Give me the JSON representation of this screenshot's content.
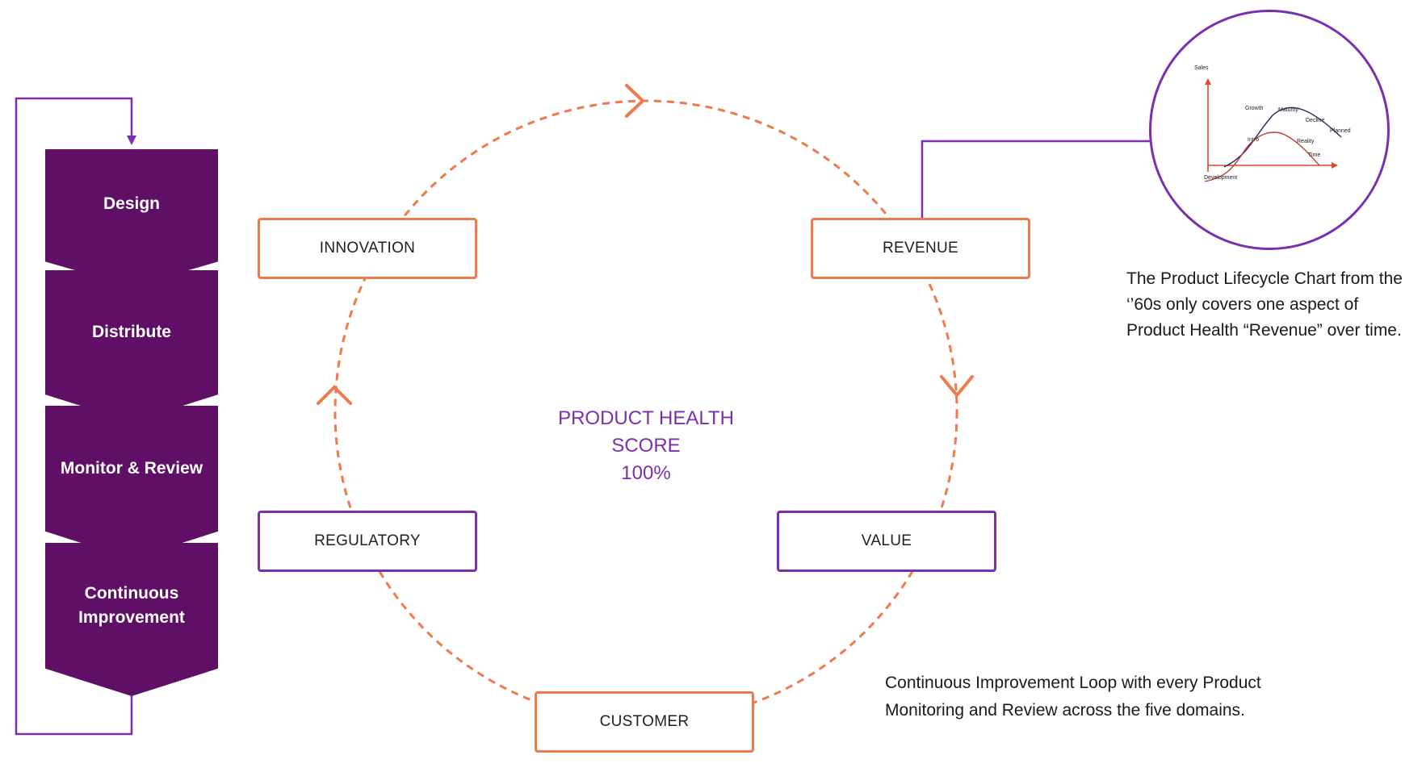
{
  "process_steps": [
    "Design",
    "Distribute",
    "Monitor & Review",
    "Continuous Improvement"
  ],
  "domains": {
    "innovation": "INNOVATION",
    "revenue": "REVENUE",
    "value": "VALUE",
    "customer": "CUSTOMER",
    "regulatory": "REGULATORY"
  },
  "center": {
    "line1": "PRODUCT HEALTH",
    "line2": "SCORE",
    "line3": "100%"
  },
  "lifecycle_chart": {
    "y_axis": "Sales",
    "x_axis": "Time",
    "labels": {
      "growth": "Growth",
      "maturity": "Maturity",
      "decline": "Decline",
      "planned": "Planned",
      "intro": "Intro",
      "reality": "Reality",
      "development": "Development"
    }
  },
  "notes": {
    "lifecycle": "The Product Lifecycle Chart from the ‘’60s only covers one aspect of Product Health “Revenue” over time.",
    "loop": "Continuous Improvement Loop with every Product Monitoring and Review across the five domains."
  },
  "colors": {
    "purple_dark": "#5f1066",
    "purple": "#7b2fb0",
    "orange": "#ee7a4b",
    "navy": "#1c2a5a",
    "red": "#c0392b"
  }
}
